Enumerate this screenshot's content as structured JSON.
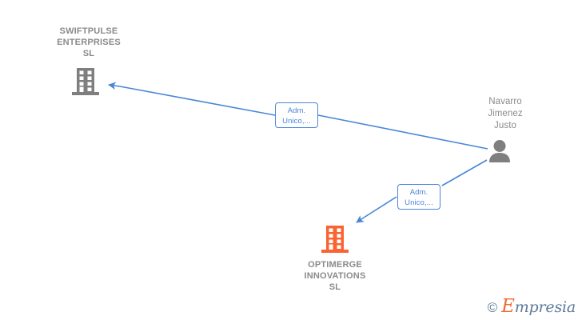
{
  "graph": {
    "title": "Empresia relationship graph",
    "background_color": "#ffffff",
    "edge_color": "#4a86d6",
    "company_icon_color_primary": "#7f7f7f",
    "company_icon_color_highlight": "#fa6432",
    "person_icon_color": "#7f7f7f",
    "label_text_color": "#8a8a8a"
  },
  "nodes": {
    "company_top_left": {
      "name": "SWIFTPULSE\nENTERPRISES\nSL",
      "icon": "building-icon",
      "color": "#7f7f7f",
      "type": "company"
    },
    "company_bottom": {
      "name": "OPTIMERGE\nINNOVATIONS\nSL",
      "icon": "building-icon",
      "color": "#fa6432",
      "type": "company"
    },
    "person_right": {
      "name": "Navarro\nJimenez\nJusto",
      "icon": "person-icon",
      "color": "#7f7f7f",
      "type": "person"
    }
  },
  "edges": [
    {
      "id": "edge-person-to-swiftpulse",
      "from": "person_right",
      "to": "company_top_left",
      "label": "Adm.\nUnico,...",
      "color": "#4a86d6"
    },
    {
      "id": "edge-person-to-optimerge",
      "from": "person_right",
      "to": "company_bottom",
      "label": "Adm.\nUnico,...",
      "color": "#4a86d6"
    }
  ],
  "watermark": {
    "copyright": "©",
    "brand_initial": "E",
    "brand_rest": "mpresia"
  }
}
